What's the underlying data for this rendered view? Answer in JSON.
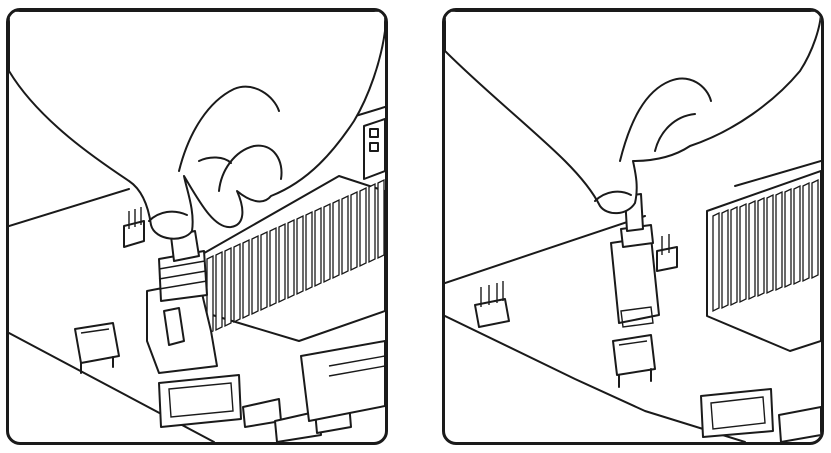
{
  "figure": {
    "panels": [
      {
        "id": "left",
        "step": "insert-connector",
        "description_icon": "hand-holding-connector"
      },
      {
        "id": "right",
        "step": "connector-lifted",
        "description_icon": "hand-holding-connector"
      }
    ],
    "colors": {
      "line": "#1a1a1a",
      "background": "#ffffff"
    }
  }
}
